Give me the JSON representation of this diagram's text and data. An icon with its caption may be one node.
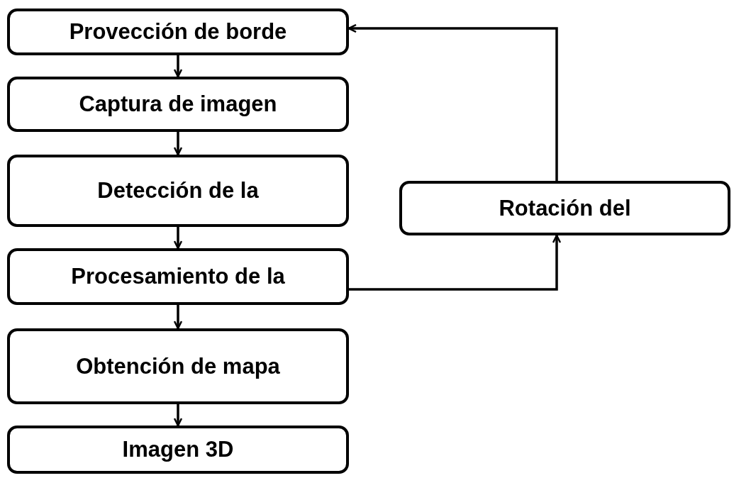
{
  "diagram": {
    "nodes": [
      {
        "text": [
          "Provección de borde"
        ]
      },
      {
        "text": [
          "Captura de imagen"
        ]
      },
      {
        "text": [
          "Detección de la"
        ]
      },
      {
        "text": [
          "Procesamiento de la"
        ]
      },
      {
        "text": [
          "Obtención de mapa"
        ]
      },
      {
        "text": [
          "Imagen 3D"
        ]
      },
      {
        "text": [
          "Rotación del"
        ]
      }
    ],
    "edges": [
      {
        "from": 0,
        "to": 1,
        "arrow": "to"
      },
      {
        "from": 1,
        "to": 2,
        "arrow": "to"
      },
      {
        "from": 2,
        "to": 3,
        "arrow": "to"
      },
      {
        "from": 3,
        "to": 4,
        "arrow": "to"
      },
      {
        "from": 4,
        "to": 5,
        "arrow": "to"
      },
      {
        "from": 3,
        "to": 6,
        "arrow": "to"
      },
      {
        "from": 6,
        "to": 0,
        "arrow": "to"
      }
    ]
  }
}
